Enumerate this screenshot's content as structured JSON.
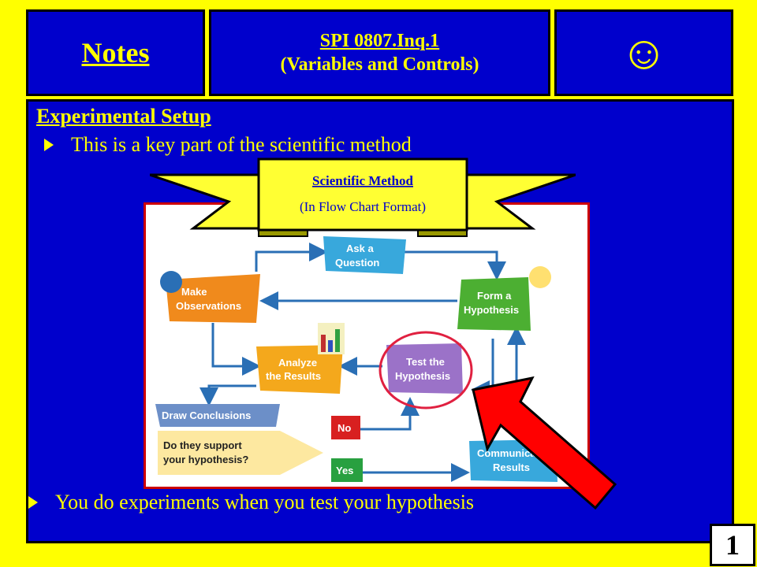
{
  "header": {
    "notes_title": "Notes",
    "spi_code": "SPI 0807.Inq.1",
    "spi_subtitle": "(Variables and Controls)",
    "smiley": "☺"
  },
  "main": {
    "section_title": "Experimental Setup",
    "bullet_1": "This is a key part of the scientific method",
    "bullet_2": "You do experiments when you test your hypothesis"
  },
  "banner": {
    "title": "Scientific Method",
    "subtitle": "(In Flow Chart Format)"
  },
  "flowchart": {
    "ask": [
      "Ask a",
      "Question"
    ],
    "observe": [
      "Make",
      "Observations"
    ],
    "hypothesis": [
      "Form a",
      "Hypothesis"
    ],
    "analyze": [
      "Analyze",
      "the Results"
    ],
    "test": [
      "Test the",
      "Hypothesis"
    ],
    "conclusions": "Draw Conclusions",
    "support": [
      "Do they support",
      "your hypothesis?"
    ],
    "no": "No",
    "yes": "Yes",
    "communicate": [
      "Communicate",
      "Results"
    ]
  },
  "page_number": "1",
  "colors": {
    "background": "#ffff00",
    "panel": "#0000cc",
    "text": "#ffff00",
    "highlight_arrow": "#ff0000"
  }
}
